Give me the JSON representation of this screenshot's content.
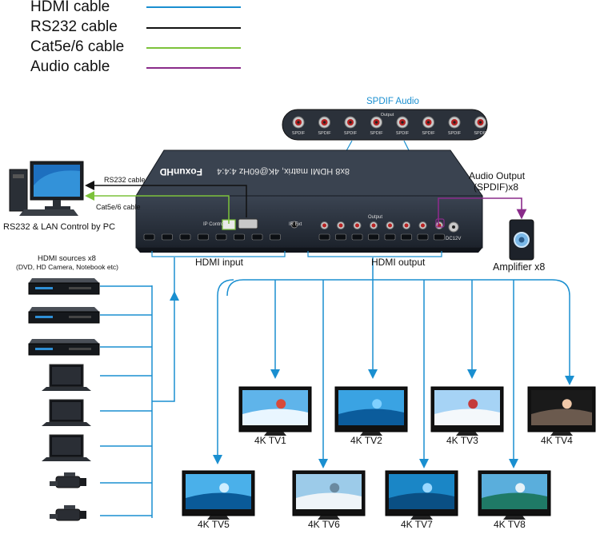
{
  "legend": [
    {
      "label": "HDMI cable",
      "color": "#1a8fd0"
    },
    {
      "label": "RS232 cable",
      "color": "#111111"
    },
    {
      "label": "Cat5e/6 cable",
      "color": "#7cc23a"
    },
    {
      "label": "Audio cable",
      "color": "#8a2b8a"
    }
  ],
  "spdif_label": "SPDIF Audio",
  "spdif_port_labels": [
    "SPDIF",
    "SPDIF",
    "SPDIF",
    "SPDIF",
    "SPDIF",
    "SPDIF",
    "SPDIF",
    "SPDIF"
  ],
  "spdif_output_label": "Output",
  "device": {
    "brand": "FoxunHD",
    "model_text": "8x8 HDMI matrix, 4K@60Hz 4:4:4",
    "ir_label": "IR Ext",
    "output_label": "Output",
    "power_label": "DC12V",
    "ip_label": "IP Control"
  },
  "pc": {
    "rs232_label": "RS232 cable",
    "cat_label": "Cat5e/6 cable",
    "caption": "RS232 & LAN Control by PC"
  },
  "audio_output_label_line1": "Audio Output",
  "audio_output_label_line2": "(SPDIF)x8",
  "amplifier_label": "Amplifier x8",
  "hdmi_input_label": "HDMI input",
  "hdmi_output_label": "HDMI output",
  "sources": {
    "title_line1": "HDMI sources x8",
    "title_line2": "(DVD, HD Camera, Notebook etc)",
    "items": [
      "dvd-player",
      "dvd-player",
      "dvd-player",
      "laptop",
      "laptop",
      "laptop",
      "camcorder",
      "camcorder"
    ]
  },
  "tvs": [
    "4K TV1",
    "4K TV2",
    "4K TV3",
    "4K TV4",
    "4K TV5",
    "4K TV6",
    "4K TV7",
    "4K TV8"
  ],
  "colors": {
    "hdmi": "#1a8fd0",
    "rs232": "#111111",
    "cat": "#7cc23a",
    "audio": "#8a2b8a"
  }
}
